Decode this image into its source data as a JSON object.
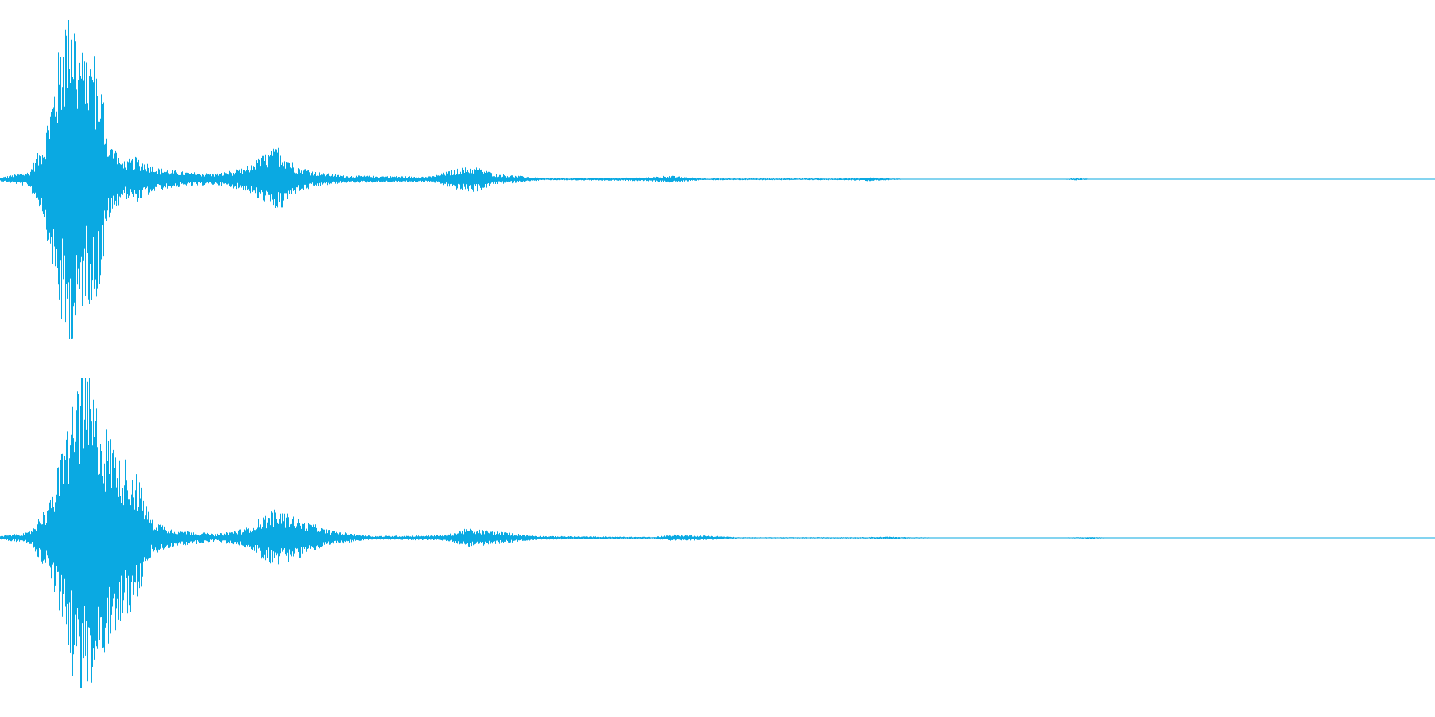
{
  "waveform": {
    "color": "#0aa9e2",
    "channels": [
      {
        "id": "left",
        "peaks": [
          {
            "time": 0.0,
            "amp": 0.01
          },
          {
            "time": 0.02,
            "amp": 0.04
          },
          {
            "time": 0.03,
            "amp": 0.2
          },
          {
            "time": 0.038,
            "amp": 0.55
          },
          {
            "time": 0.045,
            "amp": 0.9
          },
          {
            "time": 0.05,
            "amp": 1.0
          },
          {
            "time": 0.055,
            "amp": 0.75
          },
          {
            "time": 0.06,
            "amp": 0.62
          },
          {
            "time": 0.065,
            "amp": 0.7
          },
          {
            "time": 0.07,
            "amp": 0.55
          },
          {
            "time": 0.075,
            "amp": 0.25
          },
          {
            "time": 0.085,
            "amp": 0.1
          },
          {
            "time": 0.095,
            "amp": 0.12
          },
          {
            "time": 0.11,
            "amp": 0.06
          },
          {
            "time": 0.13,
            "amp": 0.04
          },
          {
            "time": 0.15,
            "amp": 0.03
          },
          {
            "time": 0.17,
            "amp": 0.06
          },
          {
            "time": 0.185,
            "amp": 0.14
          },
          {
            "time": 0.195,
            "amp": 0.18
          },
          {
            "time": 0.205,
            "amp": 0.08
          },
          {
            "time": 0.22,
            "amp": 0.04
          },
          {
            "time": 0.24,
            "amp": 0.02
          },
          {
            "time": 0.3,
            "amp": 0.015
          },
          {
            "time": 0.32,
            "amp": 0.06
          },
          {
            "time": 0.33,
            "amp": 0.07
          },
          {
            "time": 0.345,
            "amp": 0.03
          },
          {
            "time": 0.38,
            "amp": 0.005
          },
          {
            "time": 0.45,
            "amp": 0.01
          },
          {
            "time": 0.465,
            "amp": 0.02
          },
          {
            "time": 0.49,
            "amp": 0.005
          },
          {
            "time": 0.59,
            "amp": 0.005
          },
          {
            "time": 0.605,
            "amp": 0.01
          },
          {
            "time": 0.63,
            "amp": 0.002
          },
          {
            "time": 0.74,
            "amp": 0.002
          },
          {
            "time": 0.75,
            "amp": 0.006
          },
          {
            "time": 0.76,
            "amp": 0.002
          },
          {
            "time": 1.0,
            "amp": 0.0
          }
        ]
      },
      {
        "id": "right",
        "peaks": [
          {
            "time": 0.0,
            "amp": 0.01
          },
          {
            "time": 0.02,
            "amp": 0.03
          },
          {
            "time": 0.035,
            "amp": 0.2
          },
          {
            "time": 0.045,
            "amp": 0.55
          },
          {
            "time": 0.055,
            "amp": 0.9
          },
          {
            "time": 0.062,
            "amp": 0.86
          },
          {
            "time": 0.07,
            "amp": 0.65
          },
          {
            "time": 0.08,
            "amp": 0.5
          },
          {
            "time": 0.095,
            "amp": 0.35
          },
          {
            "time": 0.105,
            "amp": 0.1
          },
          {
            "time": 0.12,
            "amp": 0.05
          },
          {
            "time": 0.15,
            "amp": 0.02
          },
          {
            "time": 0.17,
            "amp": 0.05
          },
          {
            "time": 0.19,
            "amp": 0.15
          },
          {
            "time": 0.205,
            "amp": 0.12
          },
          {
            "time": 0.225,
            "amp": 0.05
          },
          {
            "time": 0.24,
            "amp": 0.03
          },
          {
            "time": 0.26,
            "amp": 0.01
          },
          {
            "time": 0.31,
            "amp": 0.015
          },
          {
            "time": 0.325,
            "amp": 0.05
          },
          {
            "time": 0.34,
            "amp": 0.04
          },
          {
            "time": 0.375,
            "amp": 0.01
          },
          {
            "time": 0.455,
            "amp": 0.005
          },
          {
            "time": 0.47,
            "amp": 0.018
          },
          {
            "time": 0.5,
            "amp": 0.01
          },
          {
            "time": 0.515,
            "amp": 0.003
          },
          {
            "time": 0.6,
            "amp": 0.004
          },
          {
            "time": 0.62,
            "amp": 0.006
          },
          {
            "time": 0.65,
            "amp": 0.002
          },
          {
            "time": 0.74,
            "amp": 0.002
          },
          {
            "time": 0.76,
            "amp": 0.005
          },
          {
            "time": 0.77,
            "amp": 0.002
          },
          {
            "time": 1.0,
            "amp": 0.0
          }
        ]
      }
    ]
  }
}
